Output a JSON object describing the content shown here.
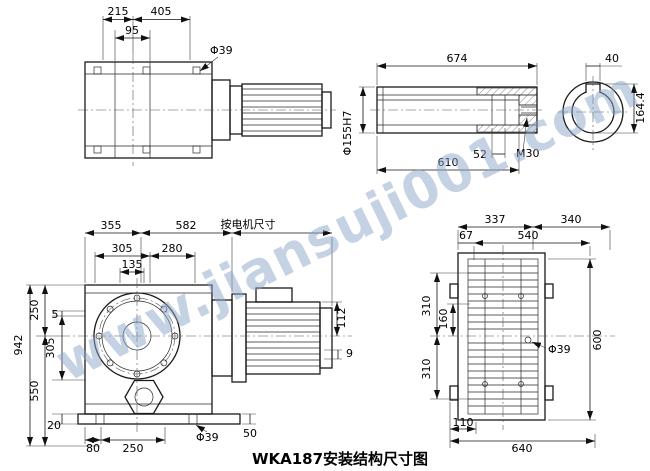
{
  "title": "WKA187安装结构尺寸图",
  "watermark": "www.jiansuji001.com",
  "top_view": {
    "d215": "215",
    "d405": "405",
    "d95": "95",
    "hole": "Φ39"
  },
  "shaft_section": {
    "d674": "674",
    "d610": "610",
    "d52": "52",
    "bore": "Φ155H7",
    "thread": "M30"
  },
  "shaft_end": {
    "d40": "40",
    "d164": "164.4"
  },
  "front_view": {
    "d355": "355",
    "d582": "582",
    "motor_note": "按电机尺寸",
    "d305": "305",
    "d280": "280",
    "d135": "135",
    "d250": "250",
    "d5": "5",
    "d305b": "305",
    "d942": "942",
    "d550": "550",
    "d20": "20",
    "d112": "112",
    "d9": "9",
    "d80": "80",
    "d250b": "250",
    "hole": "Φ39",
    "d50": "50"
  },
  "side_view": {
    "d337": "337",
    "d340": "340",
    "d67": "67",
    "d540": "540",
    "d160": "160",
    "d310a": "310",
    "d310b": "310",
    "d600": "600",
    "hole": "Φ39",
    "d110": "110",
    "d640": "640"
  }
}
